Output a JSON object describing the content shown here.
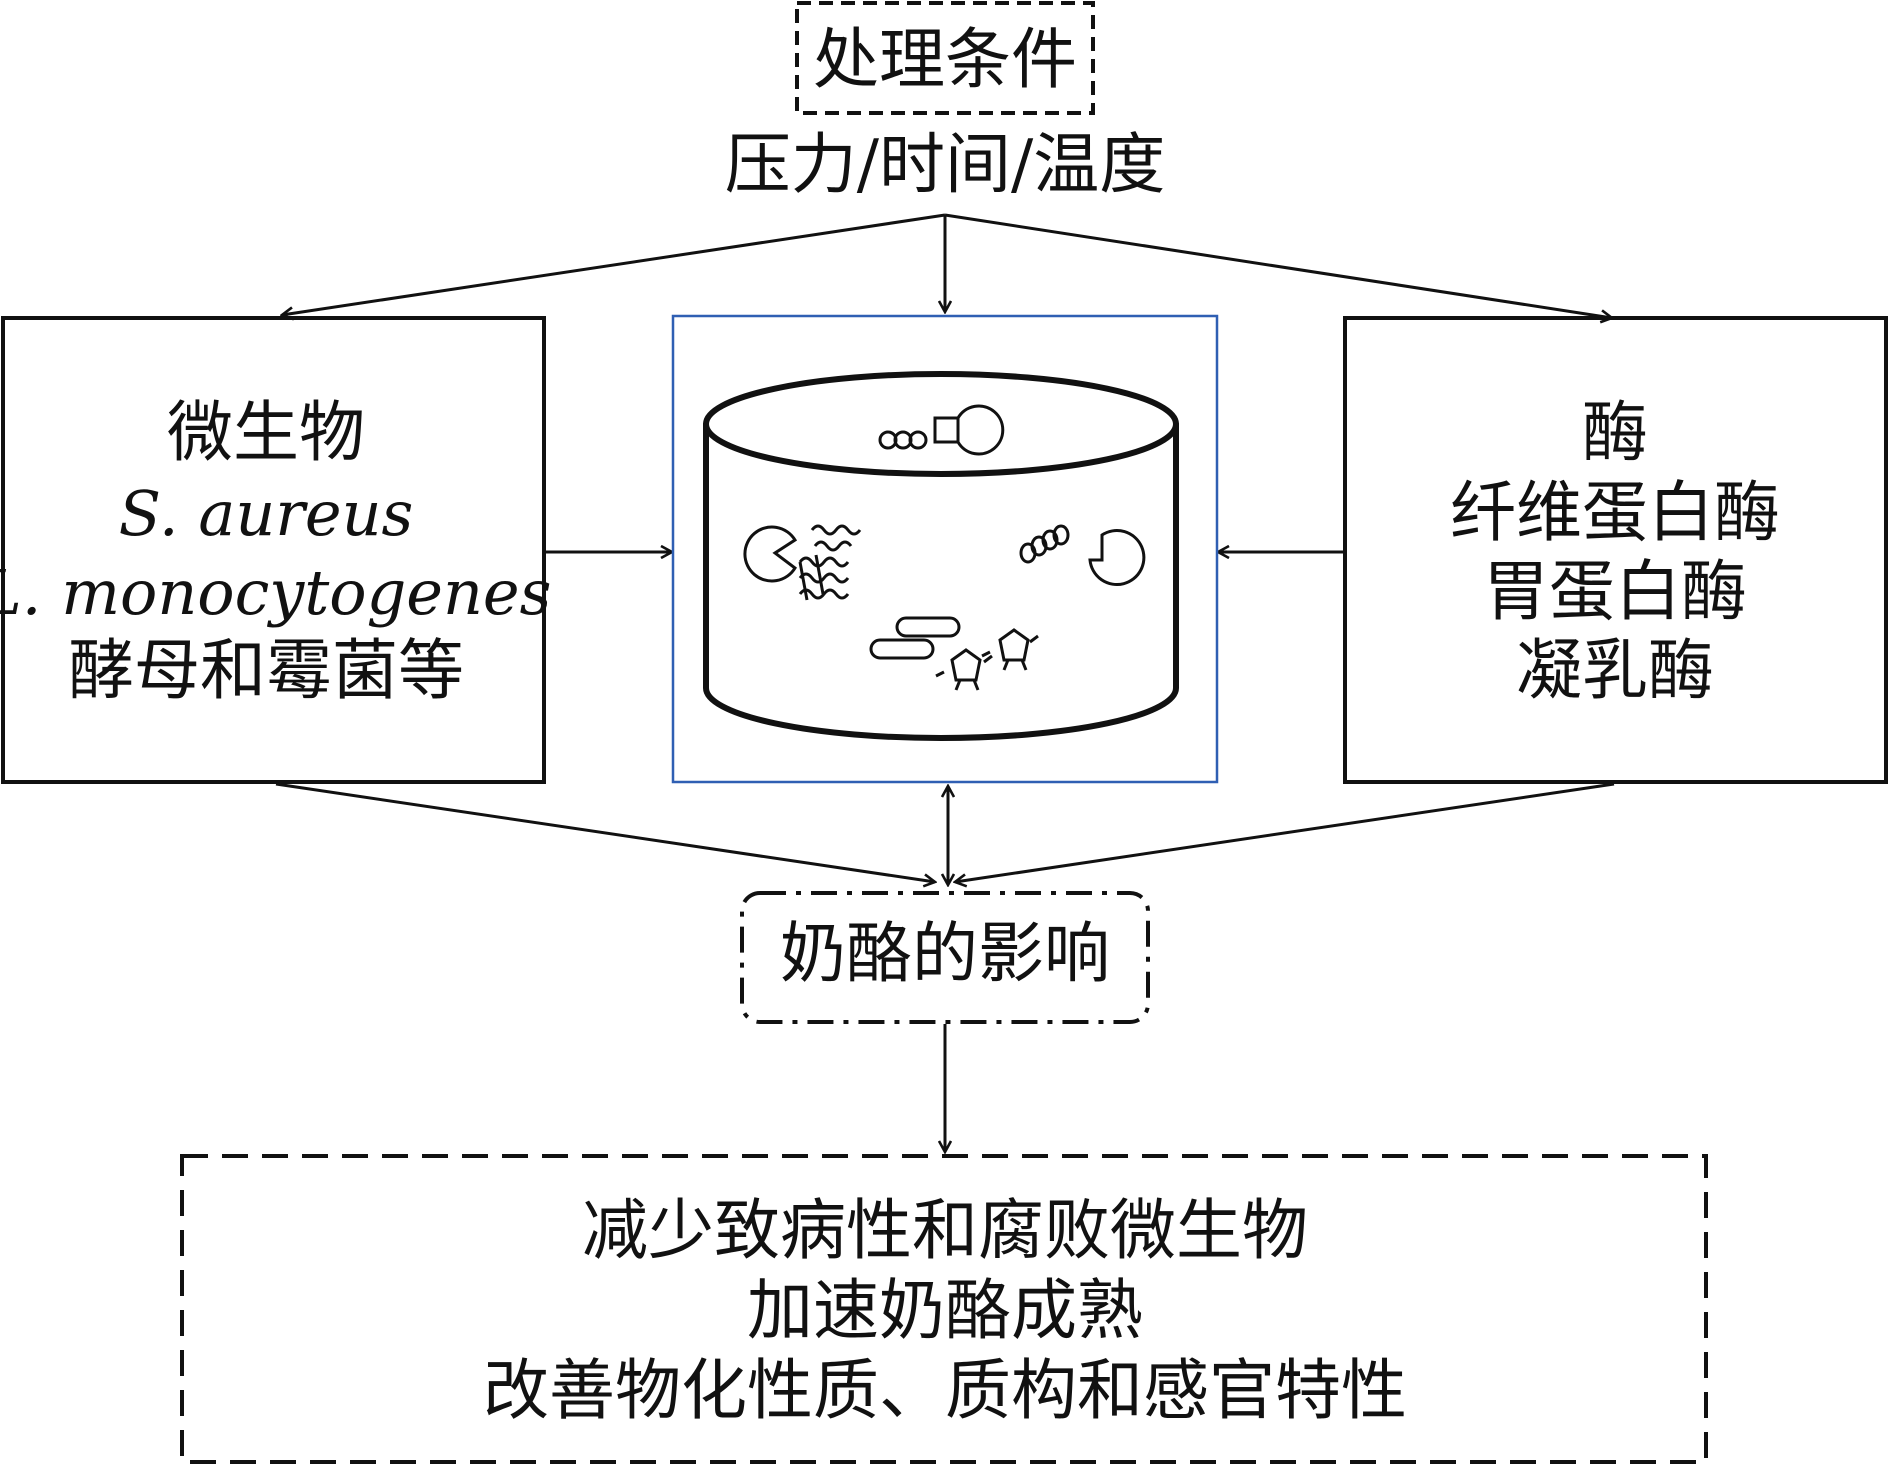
{
  "conditions": {
    "title": "处理条件",
    "subtitle": "压力/时间/温度"
  },
  "left_box": {
    "title": "微生物",
    "lines": [
      "S. aureus",
      "L. monocytogenes",
      "酵母和霉菌等"
    ]
  },
  "right_box": {
    "title": "酶",
    "lines": [
      "纤维蛋白酶",
      "胃蛋白酶",
      "凝乳酶"
    ]
  },
  "center": {
    "border_color": "#2f5fb3"
  },
  "effect_box": {
    "title": "奶酪的影响"
  },
  "outcome_box": {
    "lines": [
      "减少致病性和腐败微生物",
      "加速奶酪成熟",
      "改善物化性质、质构和感官特性"
    ]
  }
}
